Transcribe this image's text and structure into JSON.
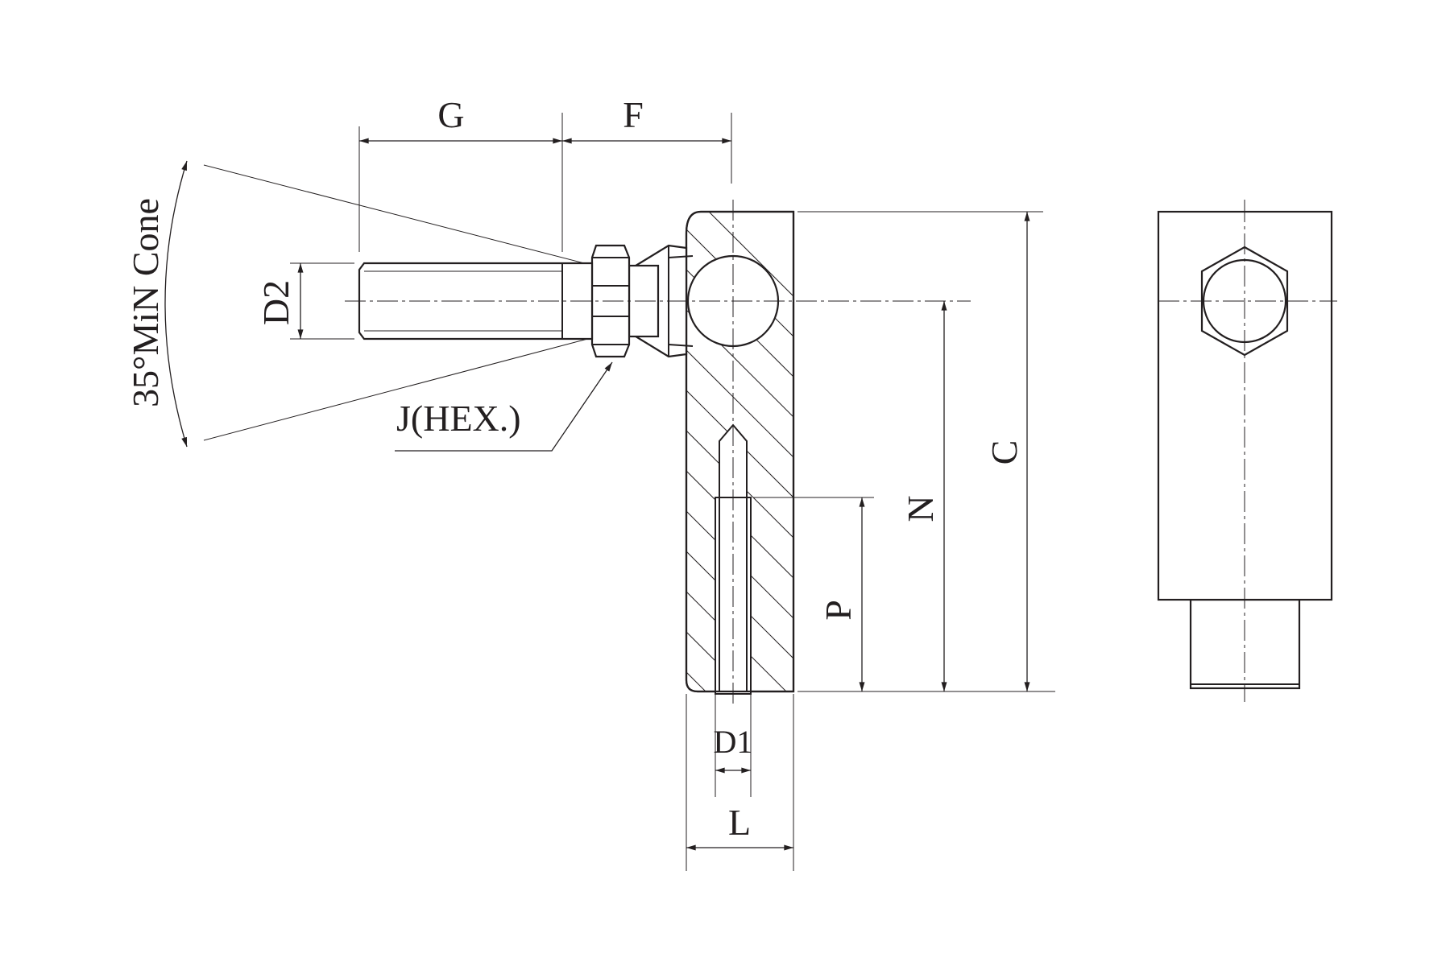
{
  "labels": {
    "g": "G",
    "f": "F",
    "d2": "D2",
    "cone": "35°MiN Cone",
    "hex": "J(HEX.)",
    "c": "C",
    "n": "N",
    "p": "P",
    "d1": "D1",
    "l": "L"
  },
  "colors": {
    "ink": "#231f20",
    "background": "#ffffff"
  }
}
